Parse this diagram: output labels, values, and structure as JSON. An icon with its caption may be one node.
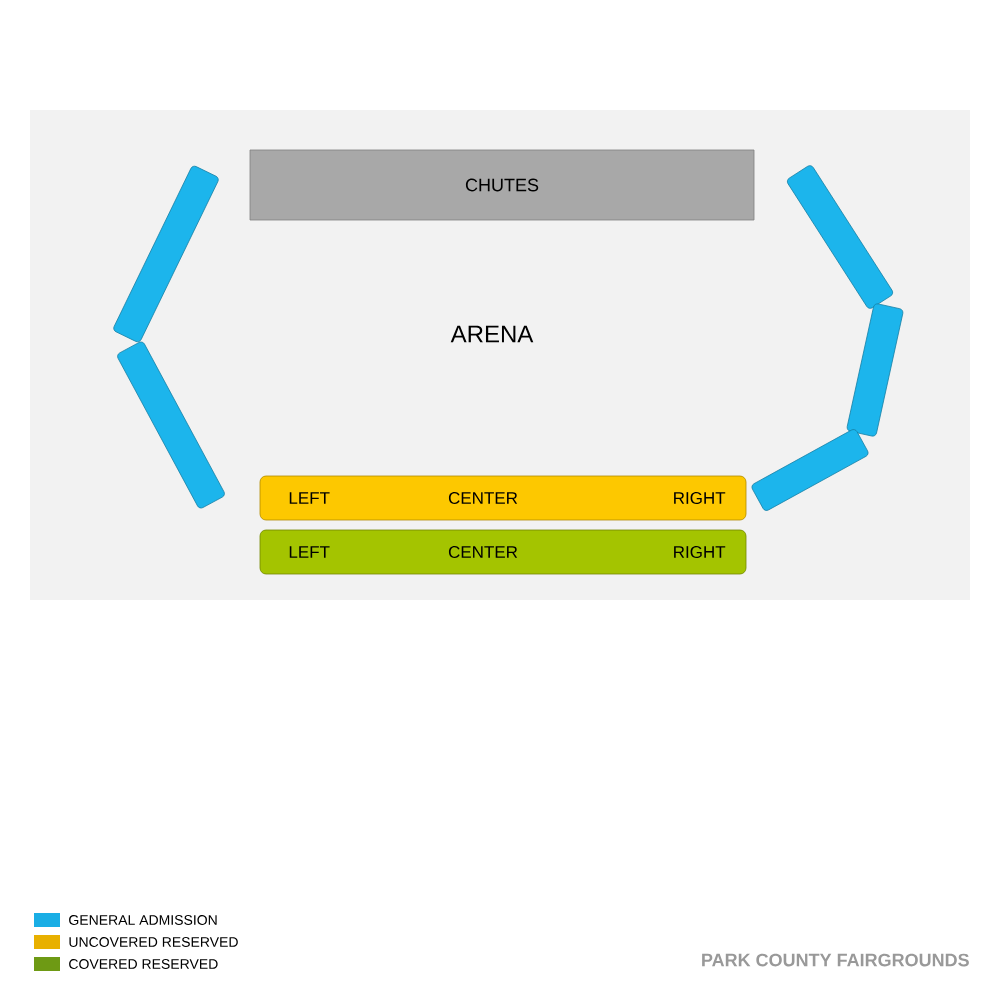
{
  "diagram": {
    "nodes": [
      {
        "text": [
          "ARENA"
        ]
      },
      {
        "text": [
          "CHUTES"
        ],
        "in": 0
      },
      {
        "text": [],
        "shape": "bar",
        "in": 0
      },
      {
        "text": [],
        "shape": "bar",
        "in": 0
      },
      {
        "text": [],
        "shape": "bar",
        "in": 0
      },
      {
        "text": [],
        "shape": "bar",
        "in": 0
      },
      {
        "text": [],
        "shape": "bar",
        "in": 0
      },
      {
        "text": [
          "LEFT",
          "CENTER",
          "RIGHT"
        ],
        "in": 0
      },
      {
        "text": [
          "LEFT",
          "CENTER",
          "RIGHT"
        ],
        "in": 0
      }
    ],
    "labels": [
      "PARK COUNTY FAIRGROUNDS"
    ],
    "legend": [
      {
        "text": "GENERAL ADMISSION",
        "color": "#1aaee5"
      },
      {
        "text": "UNCOVERED RESERVED",
        "color": "#e8b000"
      },
      {
        "text": "COVERED RESERVED",
        "color": "#6e9a14"
      }
    ]
  }
}
